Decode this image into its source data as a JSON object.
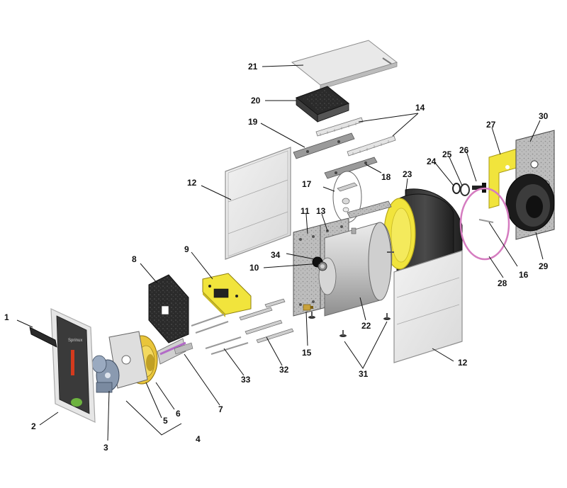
{
  "diagram": {
    "front_panel_logo": "Sprinux",
    "colors": {
      "panel_face": "#e6e6e6",
      "panel_edge": "#a9a9a9",
      "insulation_yellow": "#f1e43c",
      "insulation_dark": "#3a3a3a",
      "gasket_pink": "#d57cc0",
      "burner_yellow": "#e9c53a",
      "steel": "#b9b9b9",
      "board_dark": "#2f2f2f",
      "red_window": "#d33a1d",
      "green_logo": "#6db33f"
    },
    "callouts": [
      {
        "id": "1",
        "label": "1",
        "part": "power-cord"
      },
      {
        "id": "2",
        "label": "2",
        "part": "front-cover-panel"
      },
      {
        "id": "3",
        "label": "3",
        "part": "fan-assembly"
      },
      {
        "id": "4",
        "label": "4",
        "part": "burner-group"
      },
      {
        "id": "5",
        "label": "5",
        "part": "burner-plate"
      },
      {
        "id": "6",
        "label": "6",
        "part": "burner-gasket"
      },
      {
        "id": "7",
        "label": "7",
        "part": "burner-tube"
      },
      {
        "id": "8",
        "label": "8",
        "part": "rear-insulation-board"
      },
      {
        "id": "9",
        "label": "9",
        "part": "yellow-insulation-plate"
      },
      {
        "id": "10",
        "label": "10",
        "part": "sight-glass"
      },
      {
        "id": "11",
        "label": "11",
        "part": "front-flange"
      },
      {
        "id": "12a",
        "label": "12",
        "part": "side-panel-left"
      },
      {
        "id": "12b",
        "label": "12",
        "part": "side-panel-right"
      },
      {
        "id": "13",
        "label": "13",
        "part": "heat-exchanger-frame"
      },
      {
        "id": "14",
        "label": "14",
        "part": "top-rail"
      },
      {
        "id": "15",
        "label": "15",
        "part": "drain-valve"
      },
      {
        "id": "16",
        "label": "16",
        "part": "pin"
      },
      {
        "id": "17",
        "label": "17",
        "part": "fixing-clip-kit"
      },
      {
        "id": "18",
        "label": "18",
        "part": "top-bracket-right"
      },
      {
        "id": "19",
        "label": "19",
        "part": "top-bracket-left"
      },
      {
        "id": "20",
        "label": "20",
        "part": "control-board"
      },
      {
        "id": "21",
        "label": "21",
        "part": "top-cover"
      },
      {
        "id": "22",
        "label": "22",
        "part": "heat-exchanger-drum"
      },
      {
        "id": "23",
        "label": "23",
        "part": "drum-insulation"
      },
      {
        "id": "24",
        "label": "24",
        "part": "o-ring-small"
      },
      {
        "id": "25",
        "label": "25",
        "part": "o-ring-medium"
      },
      {
        "id": "26",
        "label": "26",
        "part": "bolt"
      },
      {
        "id": "27",
        "label": "27",
        "part": "rear-yellow-plate"
      },
      {
        "id": "28",
        "label": "28",
        "part": "rear-gasket-ring"
      },
      {
        "id": "29",
        "label": "29",
        "part": "rear-door"
      },
      {
        "id": "30",
        "label": "30",
        "part": "rear-insulation"
      },
      {
        "id": "31",
        "label": "31",
        "part": "feet"
      },
      {
        "id": "32",
        "label": "32",
        "part": "bottom-rail"
      },
      {
        "id": "33",
        "label": "33",
        "part": "support-rod"
      },
      {
        "id": "34",
        "label": "34",
        "part": "sensor"
      }
    ]
  }
}
